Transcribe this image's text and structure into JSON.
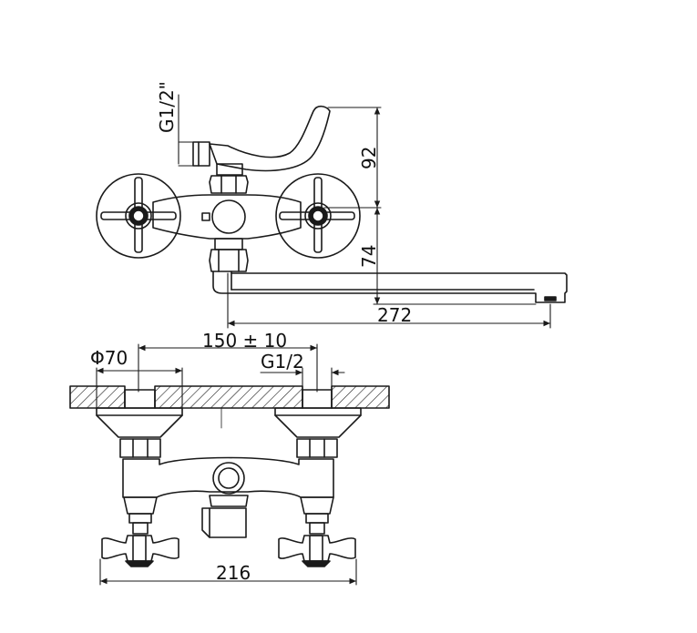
{
  "diagram": {
    "line_color": "#1a1a1a",
    "hatch_color": "#1a1a1a",
    "labels": {
      "thread_top": "G1/2\"",
      "height_upper": "92",
      "height_lower": "74",
      "spout_reach": "272",
      "center_distance": "150 ± 10",
      "flange_diameter": "Φ70",
      "thread_bottom": "G1/2",
      "overall_width": "216"
    }
  }
}
